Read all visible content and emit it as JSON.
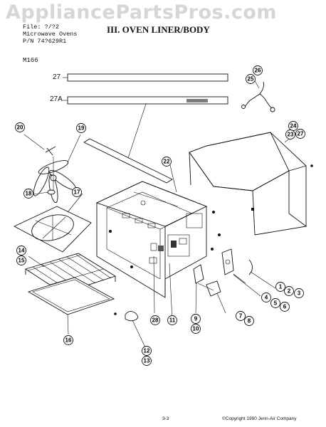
{
  "watermark": "AppliancePartsPros.com",
  "header": {
    "line1": "File: ?/?2",
    "line2": "Microwave Ovens",
    "line3": "P/N 74?629R1",
    "title": "III. OVEN LINER/BODY",
    "model": "M166"
  },
  "ref_labels": {
    "ref_27": "27",
    "ref_27a": "27A",
    "tag_text": "?????  ?????"
  },
  "callouts": {
    "c1": "1",
    "c2": "2",
    "c3": "3",
    "c4": "4",
    "c5": "5",
    "c6": "6",
    "c7": "7",
    "c8": "8",
    "c9": "9",
    "c10": "10",
    "c11": "11",
    "c12": "12",
    "c13": "13",
    "c14": "14",
    "c15": "15",
    "c16": "16",
    "c17": "17",
    "c18": "18",
    "c19": "19",
    "c20": "20",
    "c22": "22",
    "c23": "23",
    "c24": "24",
    "c25": "25",
    "c26": "26",
    "c27": "27",
    "c28": "28"
  },
  "footer": {
    "page": "3-3",
    "copyright": "©Copyright 1990 Jenn-Air Company"
  }
}
